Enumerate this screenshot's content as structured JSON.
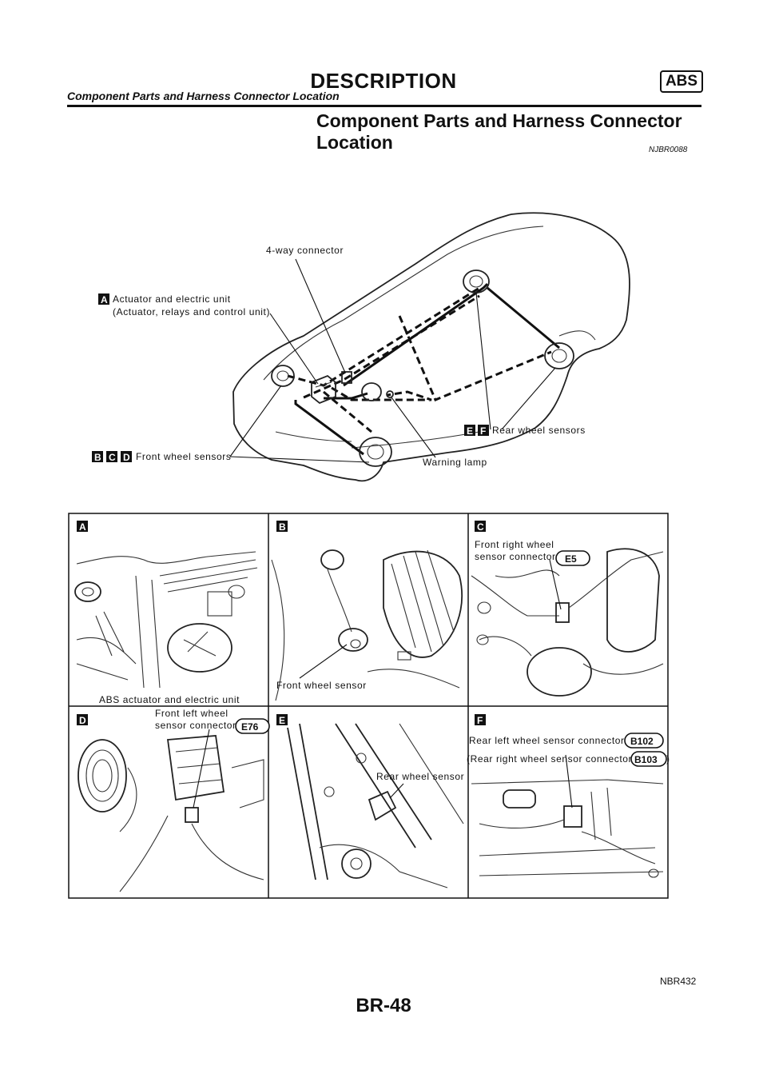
{
  "header": {
    "title": "DESCRIPTION",
    "badge": "ABS",
    "subtitle": "Component Parts and Harness Connector Location"
  },
  "section": {
    "title": "Component Parts and Harness Connector Location",
    "code": "NJBR0088"
  },
  "car_diagram": {
    "labels": {
      "four_way": "4-way connector",
      "actuator_line1": "Actuator and electric unit",
      "actuator_line2": "(Actuator, relays and control unit)",
      "rear_sensors": "Rear wheel sensors",
      "front_sensors": "Front wheel sensors",
      "warning_lamp": "Warning lamp"
    },
    "badges": {
      "actuator": "A",
      "front": [
        "B",
        "C",
        "D"
      ],
      "rear": [
        "E",
        "F"
      ]
    }
  },
  "panels": [
    {
      "letter": "A",
      "caption": "ABS actuator and electric unit"
    },
    {
      "letter": "B",
      "caption": "Front wheel sensor"
    },
    {
      "letter": "C",
      "caption_line1": "Front right wheel",
      "caption_line2": "sensor connector",
      "connector": "E5"
    },
    {
      "letter": "D",
      "caption_line1": "Front left wheel",
      "caption_line2": "sensor connector",
      "connector": "E76"
    },
    {
      "letter": "E",
      "caption": "Rear wheel sensor"
    },
    {
      "letter": "F",
      "caption_line1": "Rear left wheel sensor connector",
      "connector1": "B102",
      "caption_line2": "(Rear right wheel sensor connector",
      "connector2": "B103",
      "close": ")"
    }
  ],
  "figure_code": "NBR432",
  "page_number": "BR-48"
}
